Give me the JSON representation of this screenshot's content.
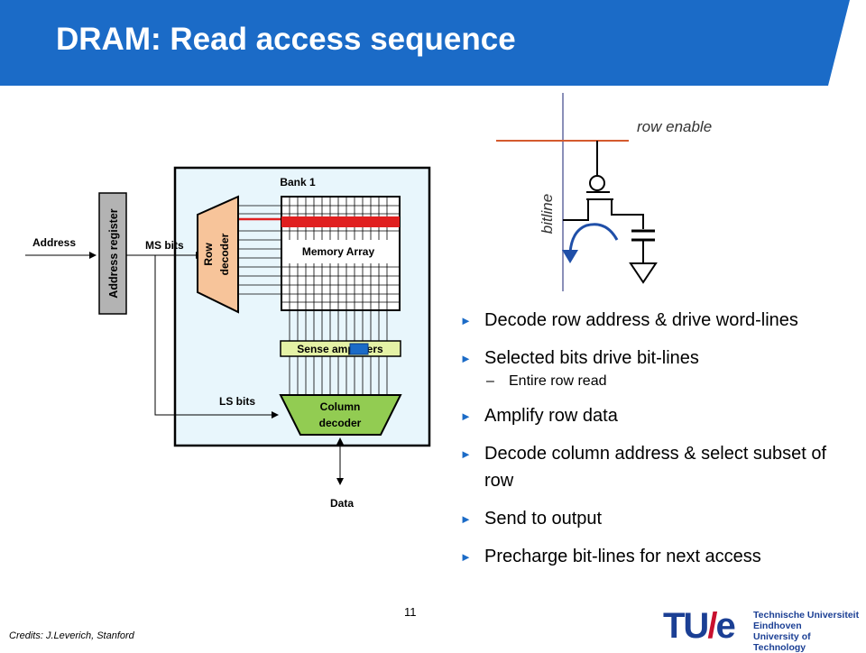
{
  "slide": {
    "title": "DRAM: Read access sequence",
    "page_number": "11",
    "credits": "Credits: J.Leverich, Stanford"
  },
  "diagram": {
    "bank_label": "Bank 1",
    "address_label": "Address",
    "address_register_label": "Address register",
    "ms_bits_label": "MS bits",
    "ls_bits_label": "LS bits",
    "row_decoder_label_1": "Row",
    "row_decoder_label_2": "decoder",
    "memory_array_label": "Memory Array",
    "sense_amplifiers_label": "Sense amplifiers",
    "column_decoder_label_1": "Column",
    "column_decoder_label_2": "decoder",
    "data_label": "Data"
  },
  "cell": {
    "row_enable_label": "row enable",
    "bitline_label": "bitline"
  },
  "bullets": {
    "b1": "Decode row address & drive word-lines",
    "b2": "Selected bits drive bit-lines",
    "b2_sub": "Entire row read",
    "b3": "Amplify row data",
    "b4": "Decode column address & select subset of row",
    "b5": "Send to output",
    "b6": "Precharge bit-lines for next access"
  },
  "logo": {
    "tu": "TU",
    "e": "e",
    "line1": "Technische Universiteit",
    "line2": "Eindhoven",
    "line3": "University of Technology"
  },
  "colors": {
    "header_blue": "#1b6bc7",
    "bank_fill": "#e8f6fc",
    "row_decoder_fill": "#f7c49a",
    "sense_amp_fill": "#e5f2a6",
    "column_decoder_fill": "#92cc52",
    "highlight_red": "#e02020",
    "row_enable_line": "#d45a2e",
    "bitline_line": "#8a8fb8"
  }
}
